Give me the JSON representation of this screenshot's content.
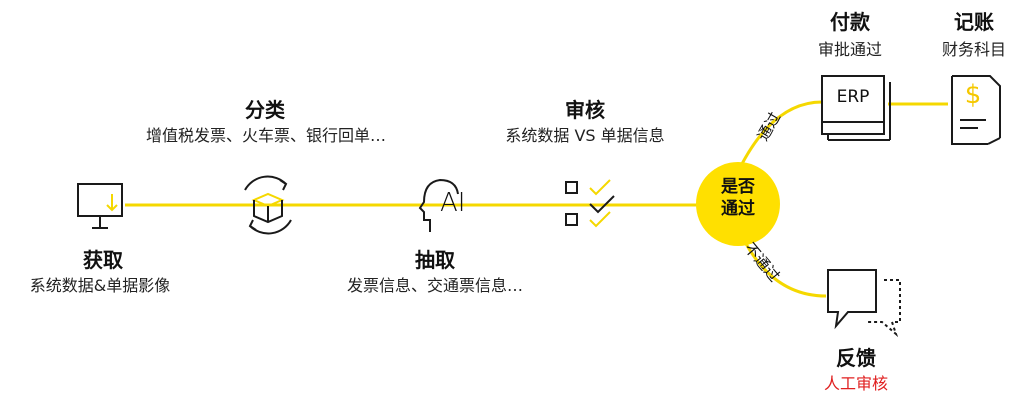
{
  "colors": {
    "accent": "#ffe000",
    "line": "#f5d800",
    "stroke": "#1a1a1a",
    "alert": "#e02020"
  },
  "steps": {
    "acquire": {
      "title": "获取",
      "subtitle": "系统数据&单据影像",
      "icon": "monitor-download-icon"
    },
    "classify": {
      "title": "分类",
      "subtitle": "增值税发票、火车票、银行回单…",
      "icon": "box-cycle-icon"
    },
    "extract": {
      "title": "抽取",
      "subtitle": "发票信息、交通票信息…",
      "icon": "ai-head-icon"
    },
    "audit": {
      "title": "审核",
      "subtitle": "系统数据 VS 单据信息",
      "icon": "checklist-icon"
    }
  },
  "decision": {
    "line1": "是否",
    "line2": "通过"
  },
  "branches": {
    "pass": "通过",
    "fail": "不通过"
  },
  "payment": {
    "title": "付款",
    "subtitle": "审批通过",
    "icon_text": "ERP",
    "icon": "erp-window-icon"
  },
  "booking": {
    "title": "记账",
    "subtitle": "财务科目",
    "icon_text": "$",
    "icon": "dollar-document-icon"
  },
  "feedback": {
    "title": "反馈",
    "subtitle": "人工审核",
    "icon": "chat-bubbles-icon"
  }
}
